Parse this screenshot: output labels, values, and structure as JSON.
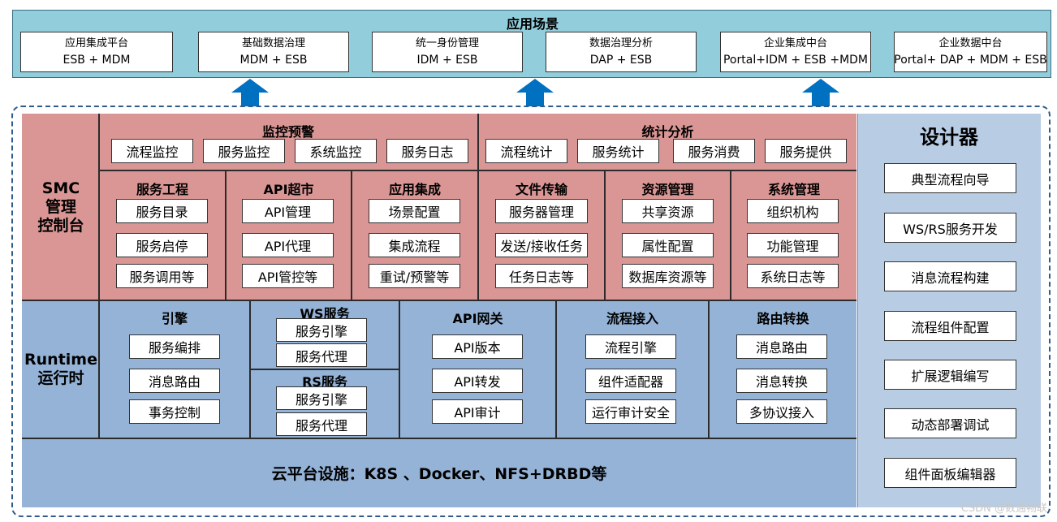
{
  "top": {
    "title": "应用场景",
    "items": [
      {
        "line1": "应用集成平台",
        "line2": "ESB + MDM"
      },
      {
        "line1": "基础数据治理",
        "line2": "MDM + ESB"
      },
      {
        "line1": "统一身份管理",
        "line2": "IDM + ESB"
      },
      {
        "line1": "数据治理分析",
        "line2": "DAP + ESB"
      },
      {
        "line1": "企业集成中台",
        "line2": "Portal+IDM + ESB +MDM"
      },
      {
        "line1": "企业数据中台",
        "line2": "Portal+ DAP + MDM + ESB"
      }
    ]
  },
  "smc": {
    "label": "SMC\n管理\n控制台",
    "monitor": {
      "title": "监控预警",
      "items": [
        "流程监控",
        "服务监控",
        "系统监控",
        "服务日志"
      ]
    },
    "stats": {
      "title": "统计分析",
      "items": [
        "流程统计",
        "服务统计",
        "服务消费",
        "服务提供"
      ]
    },
    "groups": [
      {
        "title": "服务工程",
        "items": [
          "服务目录",
          "服务启停",
          "服务调用等"
        ]
      },
      {
        "title": "API超市",
        "items": [
          "API管理",
          "API代理",
          "API管控等"
        ]
      },
      {
        "title": "应用集成",
        "items": [
          "场景配置",
          "集成流程",
          "重试/预警等"
        ]
      },
      {
        "title": "文件传输",
        "items": [
          "服务器管理",
          "发送/接收任务",
          "任务日志等"
        ]
      },
      {
        "title": "资源管理",
        "items": [
          "共享资源",
          "属性配置",
          "数据库资源等"
        ]
      },
      {
        "title": "系统管理",
        "items": [
          "组织机构",
          "功能管理",
          "系统日志等"
        ]
      }
    ]
  },
  "runtime": {
    "label": "Runtime\n运行时",
    "engine": {
      "title": "引擎",
      "items": [
        "服务编排",
        "消息路由",
        "事务控制"
      ]
    },
    "ws": {
      "title": "WS服务",
      "items": [
        "服务引擎",
        "服务代理"
      ]
    },
    "rs": {
      "title": "RS服务",
      "items": [
        "服务引擎",
        "服务代理"
      ]
    },
    "gateway": {
      "title": "API网关",
      "items": [
        "API版本",
        "API转发",
        "API审计"
      ]
    },
    "flow": {
      "title": "流程接入",
      "items": [
        "流程引擎",
        "组件适配器",
        "运行审计安全"
      ]
    },
    "route": {
      "title": "路由转换",
      "items": [
        "消息路由",
        "消息转换",
        "多协议接入"
      ]
    }
  },
  "cloud": {
    "label": "云平台设施：K8S 、Docker、NFS+DRBD等"
  },
  "designer": {
    "title": "设计器",
    "items": [
      "典型流程向导",
      "WS/RS服务开发",
      "消息流程构建",
      "流程组件配置",
      "扩展逻辑编写",
      "动态部署调试",
      "组件面板编辑器"
    ]
  },
  "watermark": "CSDN @数通畅联",
  "colors": {
    "top_bg": "#92cddc",
    "smc_bg": "#d99694",
    "runtime_bg": "#95b3d7",
    "designer_bg": "#b8cce4",
    "arrow": "#0070c0"
  }
}
